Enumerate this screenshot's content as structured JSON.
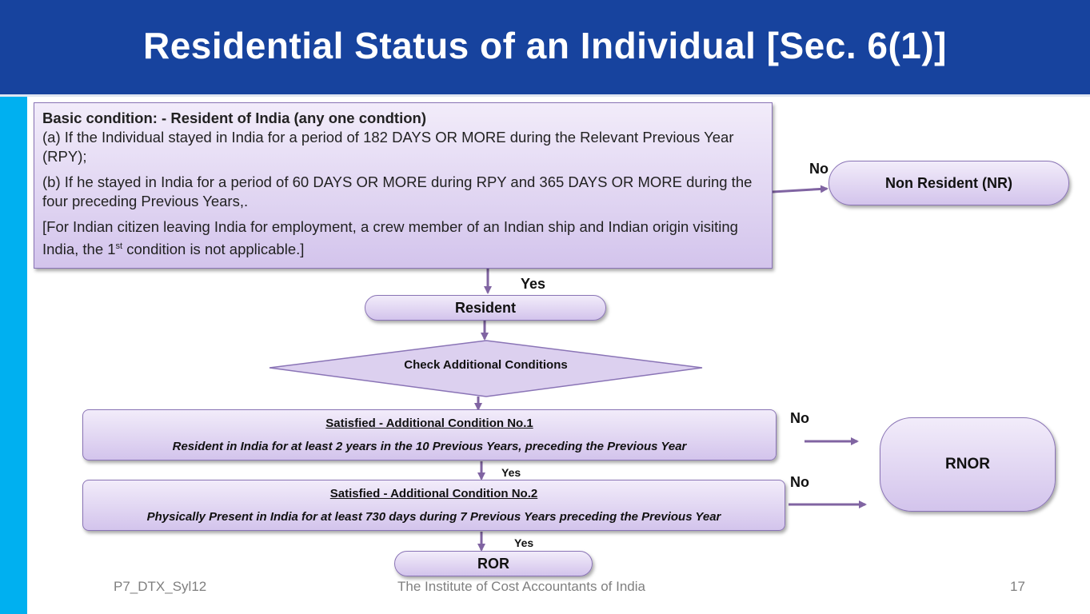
{
  "title": "Residential Status of an Individual [Sec. 6(1)]",
  "basic_box": {
    "heading": "Basic condition: - Resident of India (any one condtion)",
    "condition_a": "(a) If the Individual stayed in India for a period of 182 DAYS OR MORE during the Relevant Previous Year (RPY);",
    "condition_b": "(b) If he stayed in India for a period of 60 DAYS OR MORE during RPY and 365 DAYS OR MORE during the four preceding Previous Years,.",
    "note_before": "[For Indian citizen leaving India for employment, a crew member of an Indian ship and Indian origin visiting India, the 1",
    "note_sup": "st",
    "note_after": " condition is not applicable.]"
  },
  "nodes": {
    "non_resident": "Non Resident (NR)",
    "resident": "Resident",
    "check": "Check Additional Conditions",
    "cond1_title": "Satisfied  - Additional Condition No.1",
    "cond1_text": "Resident in India for at least 2 years in the 10 Previous Years, preceding the Previous Year",
    "cond2_title": "Satisfied  - Additional Condition No.2",
    "cond2_text": "Physically Present in India for at least 730 days during 7 Previous Years preceding the Previous Year",
    "rnor": "RNOR",
    "ror": "ROR"
  },
  "labels": {
    "no_nr": "No",
    "yes_resident": "Yes",
    "no_cond1": "No",
    "no_cond2": "No",
    "yes_cond1": "Yes",
    "yes_cond2": "Yes"
  },
  "footer": {
    "left": "P7_DTX_Syl12",
    "center": "The Institute of Cost Accountants of India",
    "page": "17"
  },
  "colors": {
    "header": "#17439e",
    "accent_strip": "#00b0f0",
    "arrow": "#8064a2",
    "box_border": "#8a74b6"
  }
}
